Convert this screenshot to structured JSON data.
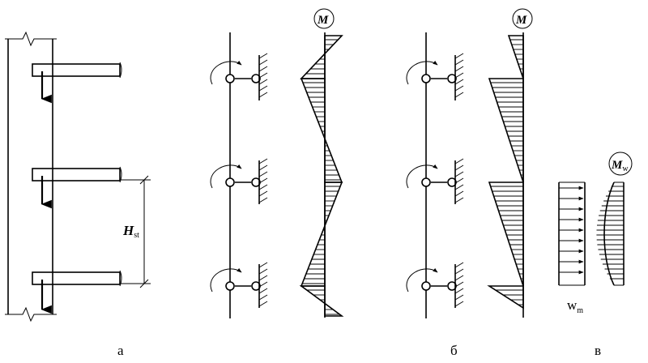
{
  "labels": {
    "panel_a": "а",
    "panel_b": "б",
    "panel_v": "в",
    "hst_main": "H",
    "hst_sub": "st",
    "moment_b1": "M",
    "moment_b2": "M",
    "moment_w_main": "M",
    "moment_w_sub": "w",
    "load_main": "w",
    "load_sub": "m"
  }
}
